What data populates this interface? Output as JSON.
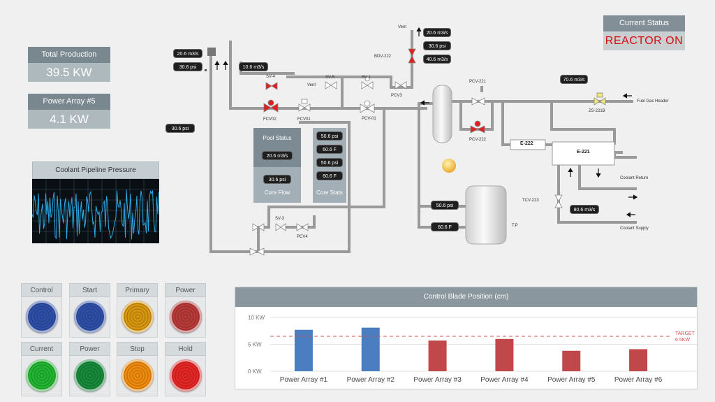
{
  "kpis": {
    "total_production": {
      "label": "Total Production",
      "value": "39.5 KW"
    },
    "power_array": {
      "label": "Power Array #5",
      "value": "4.1 KW"
    }
  },
  "status": {
    "label": "Current Status",
    "value": "REACTOR ON"
  },
  "trend": {
    "title": "Coolant Pipeline Pressure"
  },
  "process": {
    "readouts": {
      "r1": "20.6 m3/s",
      "r2": "30.6 psi",
      "r3": "10.6 m3/s",
      "r4": "30.6 psi",
      "r5": "20.6 m3/s",
      "r6": "30.6 psi",
      "r7": "40.6 m3/s",
      "r8": "70.6 m3/s",
      "r9": "50.6 psi",
      "r10": "60.6 F",
      "r11": "80.6 m3/s",
      "pool_flow": "20.6 m3/s",
      "pool_psi": "30.6 psi",
      "core1": "50.6 psi",
      "core2": "60.6 F",
      "core3": "50.6 psi",
      "core4": "60.6 F"
    },
    "labels": {
      "vent_top": "Vent",
      "bdv": "BDV-222",
      "sv4": "SV-4",
      "sv5": "SV-5",
      "sv1": "SV-1",
      "vent_mid": "Vent",
      "pcv3": "PCV3",
      "fcv02": "FCV02",
      "fcv01": "FCV01",
      "pcv01": "PCV-01",
      "pcv221": "PCV-221",
      "pcv222": "PCV-222",
      "zs": "ZS-221B",
      "fuel": "Fuel Gas Header",
      "e222": "E-222",
      "e221": "E-221",
      "coolant_return": "Coolant Return",
      "coolant_supply": "Coolant Supply",
      "tcv": "TCV-223",
      "tp": "T.P",
      "sv3": "SV-3",
      "pcv4": "PCV4",
      "pool_status": "Pool Status",
      "core_flow": "Core Flow",
      "core_stats": "Core Stats"
    }
  },
  "buttons": [
    {
      "label": "Control",
      "color": "#2e4fa8"
    },
    {
      "label": "Start",
      "color": "#2e4fa8"
    },
    {
      "label": "Primary",
      "color": "#d8960e"
    },
    {
      "label": "Power",
      "color": "#b83a38"
    },
    {
      "label": "Current",
      "color": "#22b531"
    },
    {
      "label": "Power",
      "color": "#178a3a"
    },
    {
      "label": "Stop",
      "color": "#f08a0c"
    },
    {
      "label": "Hold",
      "color": "#e62525"
    }
  ],
  "chart_data": {
    "type": "bar",
    "title": "Control Blade Position (cm)",
    "categories": [
      "Power Array #1",
      "Power Array #2",
      "Power Array #3",
      "Power Array #4",
      "Power Array #5",
      "Power Array #6"
    ],
    "values": [
      7.7,
      8.1,
      5.7,
      6.0,
      3.8,
      4.1
    ],
    "colors": [
      "#4a7ec0",
      "#4a7ec0",
      "#c0484a",
      "#c0484a",
      "#c0484a",
      "#c0484a"
    ],
    "ylim": [
      0,
      10
    ],
    "yticks": [
      "0 KW",
      "5 KW",
      "10 KW"
    ],
    "target": {
      "value": 6.5,
      "label_line1": "TARGET",
      "label_line2": "6.5KW"
    }
  }
}
